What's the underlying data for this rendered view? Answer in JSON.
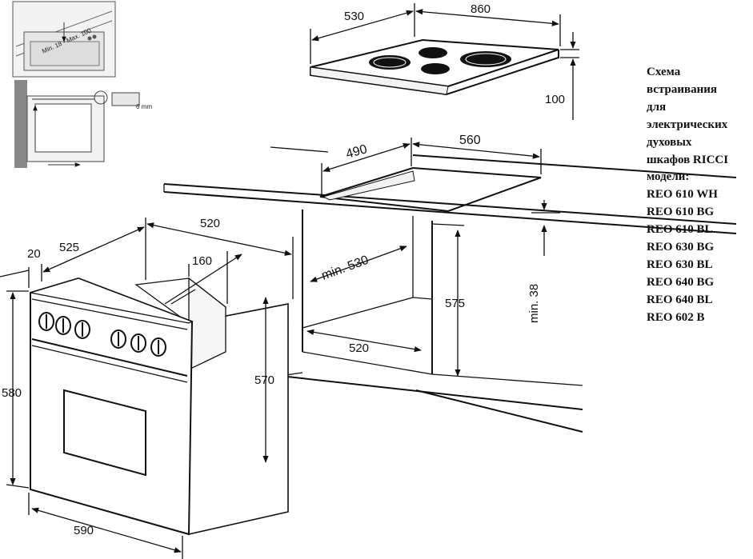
{
  "caption": {
    "lines": [
      "Схема",
      "встраивания",
      "для",
      "электрических",
      "духовых",
      "шкафов RICCI",
      "модели:"
    ],
    "models": [
      "REO 610 WH",
      "REO 610 BG",
      "REO 610 BL",
      "REO 630 BG",
      "REO 630 BL",
      "REO 640 BG",
      "REO 640 BL",
      "REO 602 B"
    ]
  },
  "hob": {
    "depth": "530",
    "width": "860",
    "height": "100"
  },
  "cutout": {
    "depth": "490",
    "width": "560",
    "gap": "min. 38"
  },
  "cabinet": {
    "depth": "min. 530",
    "height": "575",
    "width": "520"
  },
  "oven": {
    "front_thickness": "20",
    "depth": "525",
    "body_depth": "520",
    "step": "160",
    "body_height": "570",
    "height": "580",
    "width": "590"
  },
  "inset": {
    "range": "Min. 18 - Max. 100",
    "clearance": "6 mm"
  }
}
